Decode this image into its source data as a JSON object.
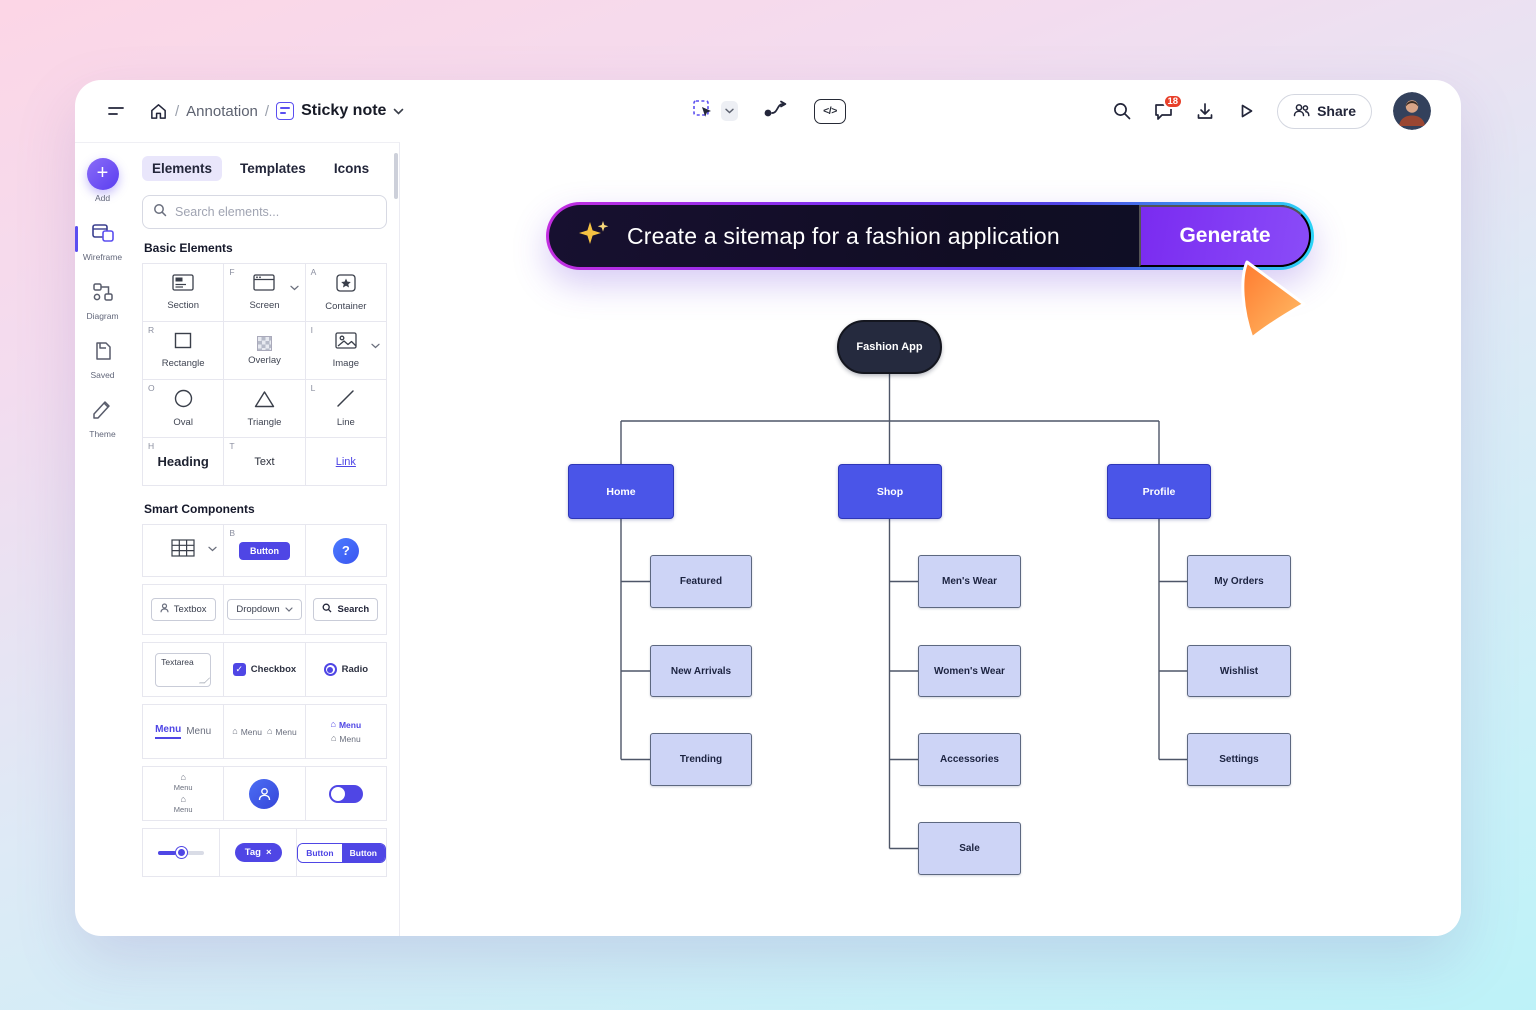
{
  "topbar": {
    "breadcrumb": {
      "separator": "/",
      "section": "Annotation",
      "current": "Sticky note"
    },
    "code_glyph": "</>",
    "notifications": "18",
    "share": "Share"
  },
  "rail": {
    "items": [
      {
        "label": "Add"
      },
      {
        "label": "Wireframe"
      },
      {
        "label": "Diagram"
      },
      {
        "label": "Saved"
      },
      {
        "label": "Theme"
      }
    ]
  },
  "panel": {
    "tabs": [
      {
        "label": "Elements"
      },
      {
        "label": "Templates"
      },
      {
        "label": "Icons"
      }
    ],
    "search_placeholder": "Search elements...",
    "sections": {
      "basic": "Basic Elements",
      "smart": "Smart Components"
    },
    "basic": [
      {
        "key": "",
        "label": "Section"
      },
      {
        "key": "F",
        "label": "Screen"
      },
      {
        "key": "A",
        "label": "Container"
      },
      {
        "key": "R",
        "label": "Rectangle"
      },
      {
        "key": "",
        "label": "Overlay"
      },
      {
        "key": "I",
        "label": "Image"
      },
      {
        "key": "O",
        "label": "Oval"
      },
      {
        "key": "",
        "label": "Triangle"
      },
      {
        "key": "L",
        "label": "Line"
      },
      {
        "key": "H",
        "label": "Heading"
      },
      {
        "key": "T",
        "label": "Text"
      },
      {
        "key": "",
        "label": "Link"
      }
    ],
    "smart": {
      "button_key": "B",
      "button": "Button",
      "help": "?",
      "textbox": "Textbox",
      "dropdown": "Dropdown",
      "search": "Search",
      "textarea": "Textarea",
      "checkbox": "Checkbox",
      "radio": "Radio",
      "menu": "Menu",
      "tag": "Tag",
      "tag_close": "×",
      "seg": [
        "Button",
        "Button"
      ]
    }
  },
  "ai": {
    "prompt": "Create a sitemap for a fashion application",
    "generate": "Generate"
  },
  "sitemap": {
    "root": "Fashion App",
    "branches": [
      {
        "label": "Home",
        "children": [
          "Featured",
          "New Arrivals",
          "Trending"
        ]
      },
      {
        "label": "Shop",
        "children": [
          "Men's Wear",
          "Women's Wear",
          "Accessories",
          "Sale"
        ]
      },
      {
        "label": "Profile",
        "children": [
          "My Orders",
          "Wishlist",
          "Settings"
        ]
      }
    ]
  },
  "colors": {
    "accent": "#4f46e5",
    "parent_node": "#4a55e8",
    "child_node": "#cdd4f6",
    "root_node": "#252a3e",
    "badge": "#e8402a",
    "generate_from": "#7a2bf0",
    "generate_to": "#8a4cf8",
    "cursor": "#ff8a3d"
  }
}
